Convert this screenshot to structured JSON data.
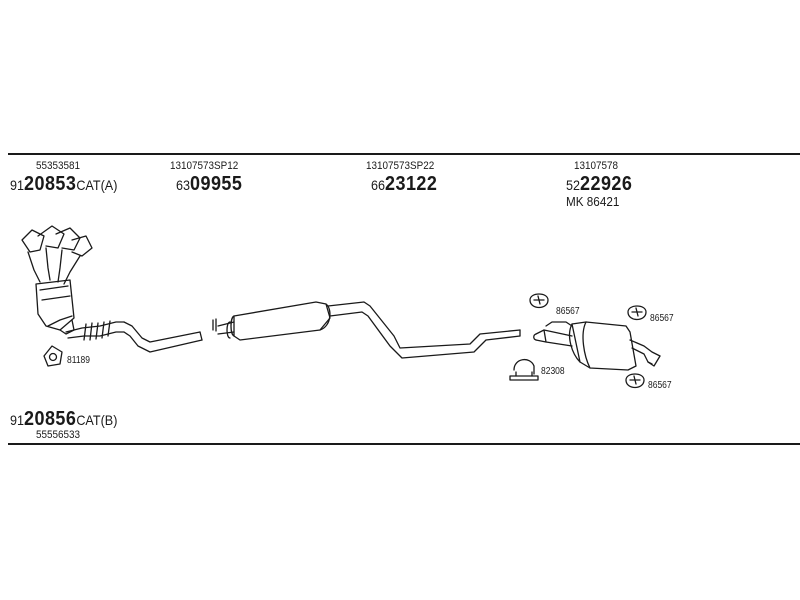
{
  "labels": {
    "cat_a_ref": "55353581",
    "cat_a_prefix": "91",
    "cat_a_big": "20853",
    "cat_a_suffix": "CAT(A)",
    "pipe1_ref": "13107573SP12",
    "pipe1_prefix": "63",
    "pipe1_big": "09955",
    "pipe2_ref": "13107573SP22",
    "pipe2_prefix": "66",
    "pipe2_big": "23122",
    "rear_ref": "13107578",
    "rear_prefix": "52",
    "rear_big": "22926",
    "mk": "MK  86421",
    "gasket": "81189",
    "hanger_top": "86567",
    "hanger_right": "86567",
    "hanger_bottom": "86567",
    "clamp": "82308",
    "cat_b_prefix": "91",
    "cat_b_big": "20856",
    "cat_b_suffix": "CAT(B)",
    "cat_b_ref": "55556533"
  }
}
